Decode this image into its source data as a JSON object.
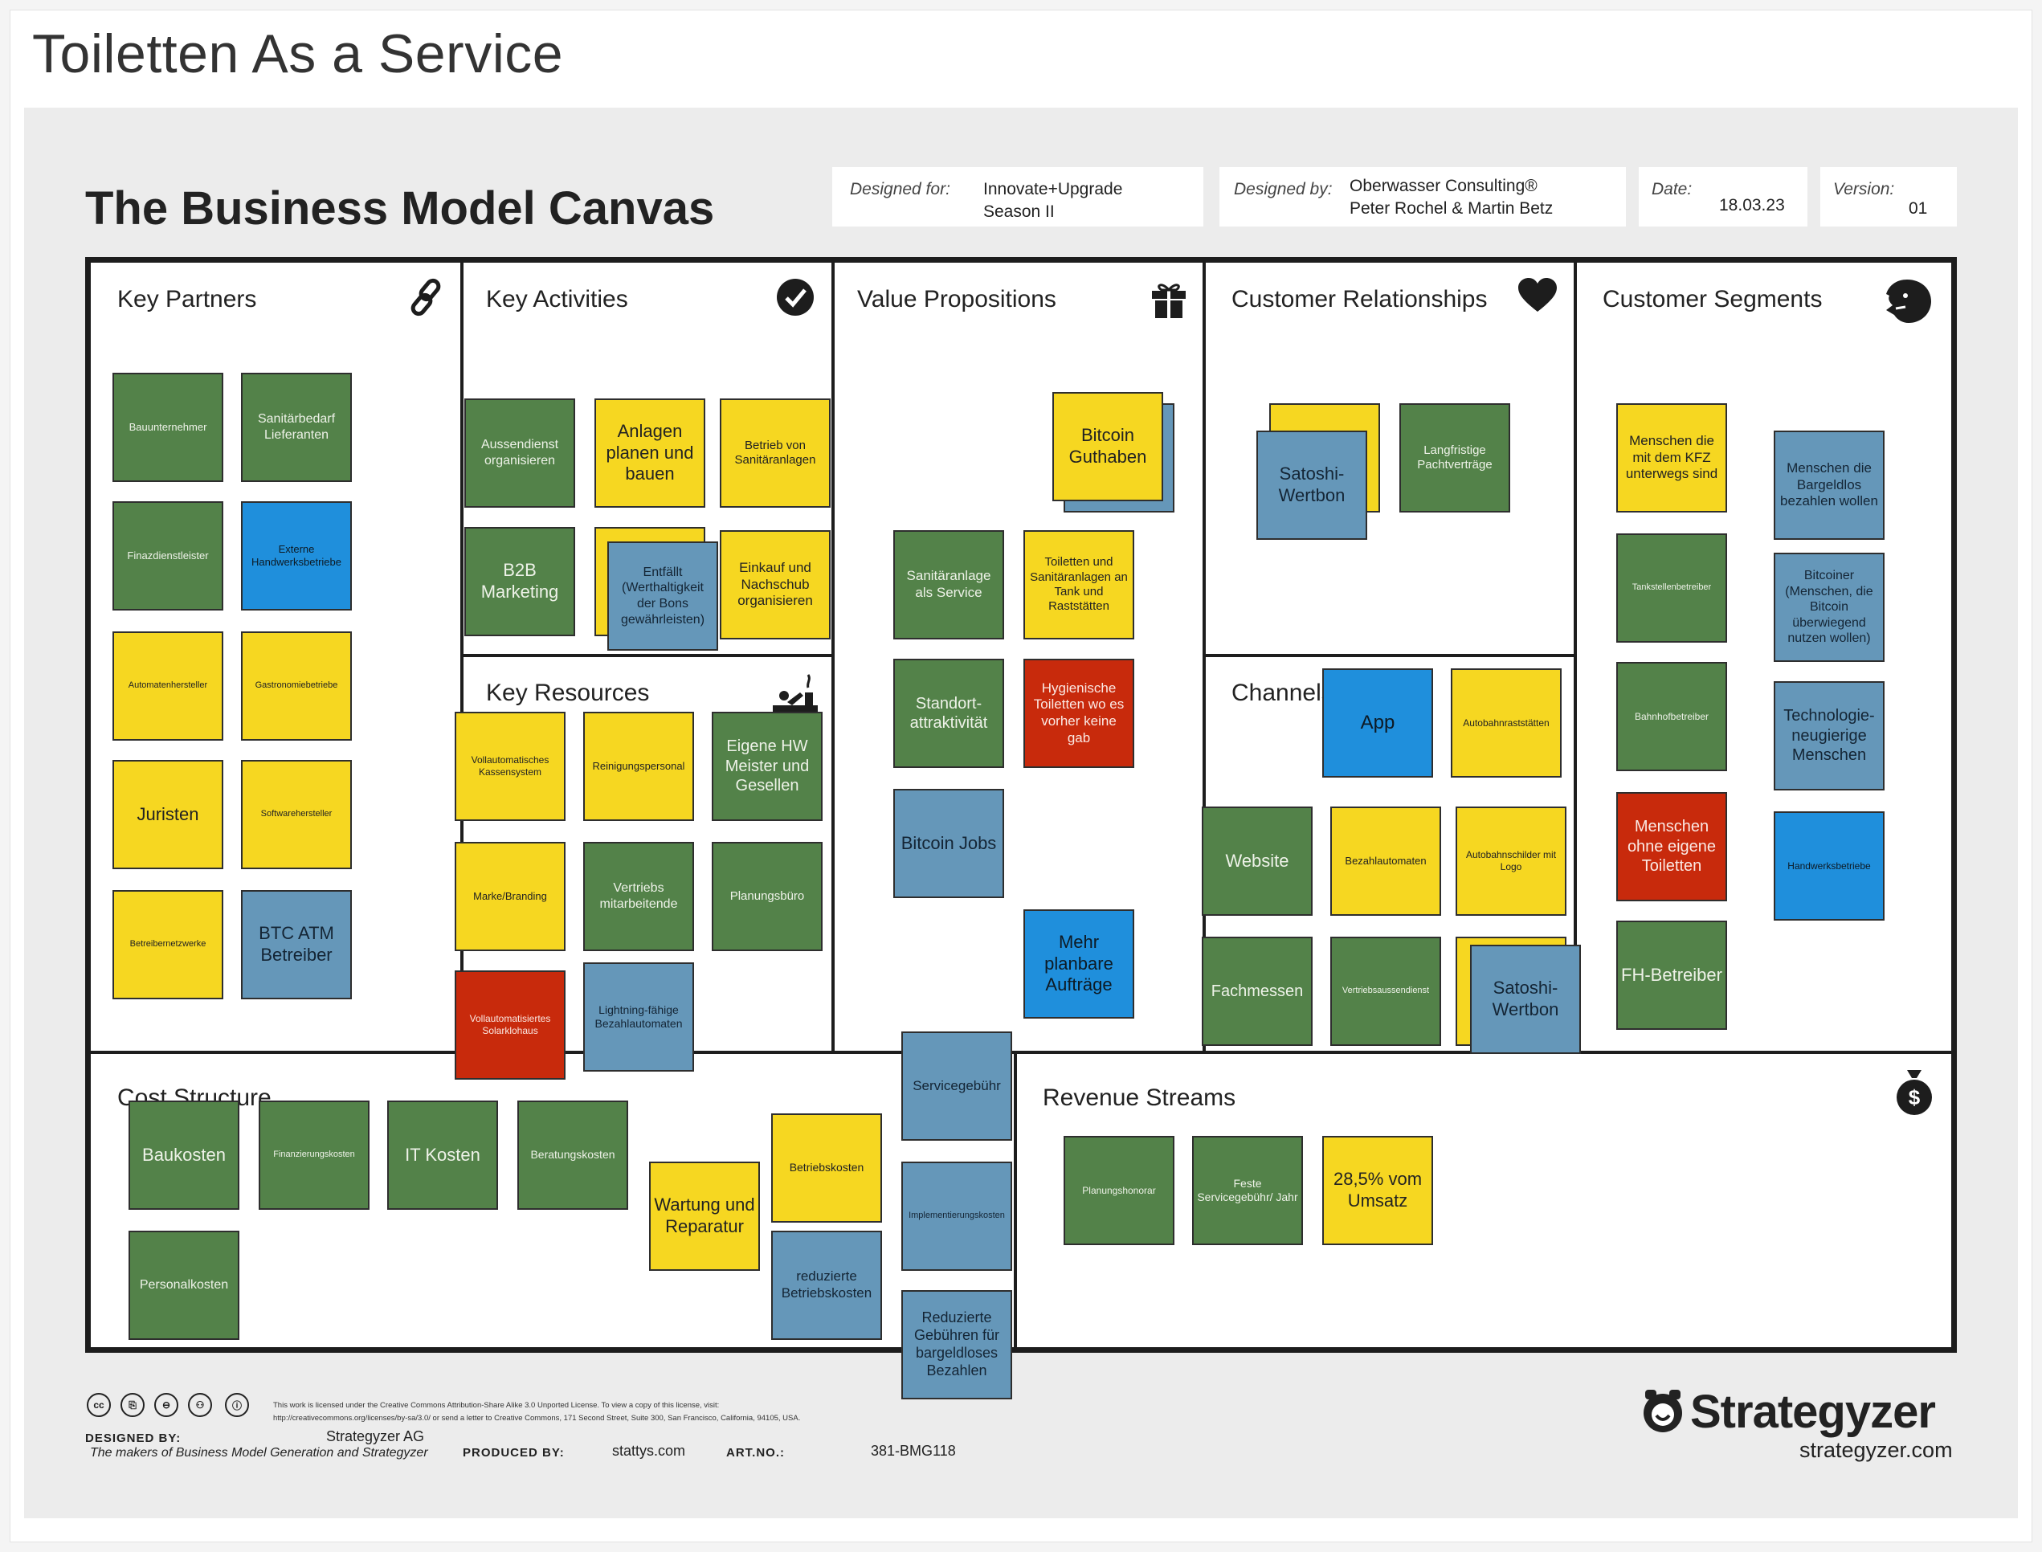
{
  "app": {
    "title": "Toiletten As a Service"
  },
  "canvas_title": "The Business Model Canvas",
  "meta": {
    "designed_for_label": "Designed for:",
    "designed_for_1": "Innovate+Upgrade",
    "designed_for_2": "Season II",
    "designed_by_label": "Designed by:",
    "designed_by_1": "Oberwasser Consulting®",
    "designed_by_2": "Peter Rochel & Martin Betz",
    "date_label": "Date:",
    "date": "18.03.23",
    "version_label": "Version:",
    "version": "01"
  },
  "blocks": {
    "key_partners": "Key Partners",
    "key_activities": "Key Activities",
    "value_propositions": "Value Propositions",
    "customer_relationships": "Customer Relationships",
    "customer_segments": "Customer Segments",
    "key_resources": "Key Resources",
    "channels": "Channels",
    "cost_structure": "Cost Structure",
    "revenue_streams": "Revenue Streams"
  },
  "icons": {
    "key_partners": "link-icon",
    "key_activities": "checkmark-icon",
    "value_propositions": "gift-icon",
    "customer_relationships": "heart-icon",
    "customer_segments": "face-icon",
    "key_resources": "worker-icon",
    "revenue_streams": "money-bag-icon"
  },
  "colors": {
    "green": "#538249",
    "yellow": "#f6d721",
    "blue": "#6597b9",
    "bright_blue": "#1f8fdc",
    "red": "#c82a0c"
  },
  "notes": {
    "kp_bauunternehmer": "Bauunternehmer",
    "kp_sanitaerbedarf": "Sanitärbedarf Lieferanten",
    "kp_finanzdienstleister": "Finazdienstleister",
    "kp_externe_handwerk": "Externe Handwerksbetriebe",
    "kp_automatenhersteller": "Automatenhersteller",
    "kp_gastronomie": "Gastronomiebetriebe",
    "kp_juristen": "Juristen",
    "kp_softwarehersteller": "Softwarehersteller",
    "kp_betreibernetzwerke": "Betreibernetzwerke",
    "kp_btc_atm": "BTC ATM Betreiber",
    "ka_aussendienst": "Aussendienst organisieren",
    "ka_anlagen": "Anlagen planen und bauen",
    "ka_betrieb": "Betrieb von Sanitäranlagen",
    "ka_b2b": "B2B Marketing",
    "ka_entfaellt": "Entfällt (Werthaltigkeit der Bons gewährleisten)",
    "ka_einkauf": "Einkauf und Nachschub organisieren",
    "kr_vollautomatisches": "Vollautomatisches Kassensystem",
    "kr_reinigung": "Reinigungspersonal",
    "kr_eigene_hw": "Eigene HW Meister und Gesellen",
    "kr_marke": "Marke/Branding",
    "kr_vertriebs": "Vertriebs mitarbeitende",
    "kr_planungsbuero": "Planungsbüro",
    "kr_solarklohaus": "Vollautomatisiertes Solarklohaus",
    "kr_lightning": "Lightning-fähige Bezahlautomaten",
    "vp_bitcoin_guthaben": "Bitcoin Guthaben",
    "vp_sanitaer_service": "Sanitäranlage als Service",
    "vp_toiletten_tank": "Toiletten und Sanitäranlagen an Tank und Raststätten",
    "vp_standort": "Standort-attraktivität",
    "vp_hygienische": "Hygienische Toiletten wo es vorher keine gab",
    "vp_bitcoin_jobs": "Bitcoin Jobs",
    "vp_mehr_auftraege": "Mehr planbare Aufträge",
    "cr_satoshi": "Satoshi-Wertbon",
    "cr_langfristige": "Langfristige Pachtverträge",
    "ch_app": "App",
    "ch_autobahnraststaetten": "Autobahnraststätten",
    "ch_website": "Website",
    "ch_bezahlautomaten": "Bezahlautomaten",
    "ch_autobahnschilder": "Autobahnschilder mit Logo",
    "ch_fachmessen": "Fachmessen",
    "ch_vertriebsaussendienst": "Vertriebsaussendienst",
    "ch_satoshi": "Satoshi-Wertbon",
    "cs_kfz": "Menschen die mit dem KFZ unterwegs sind",
    "cs_bargeldlos": "Menschen die Bargeldlos bezahlen wollen",
    "cs_tankstellen": "Tankstellenbetreiber",
    "cs_bitcoiner": "Bitcoiner (Menschen, die Bitcoin überwiegend nutzen wollen)",
    "cs_bahnhof": "Bahnhofbetreiber",
    "cs_technologie": "Technologie-neugierige Menschen",
    "cs_ohne_toiletten": "Menschen ohne eigene Toiletten",
    "cs_handwerk": "Handwerksbetriebe",
    "cs_fh": "FH-Betreiber",
    "co_baukosten": "Baukosten",
    "co_finanzierung": "Finanzierungskosten",
    "co_it": "IT Kosten",
    "co_beratung": "Beratungskosten",
    "co_personal": "Personalkosten",
    "co_wartung": "Wartung und Reparatur",
    "co_betrieb": "Betriebskosten",
    "co_reduzierte_betrieb": "reduzierte Betriebskosten",
    "co_servicegebuehr": "Servicegebühr",
    "co_implementierung": "Implementierungskosten",
    "co_reduzierte_gebuehren": "Reduzierte Gebühren für bargeldloses Bezahlen",
    "rs_planungshonorar": "Planungshonorar",
    "rs_feste": "Feste Servicegebühr/ Jahr",
    "rs_umsatz": "28,5% vom Umsatz"
  },
  "footer": {
    "license_1": "This work is licensed under the Creative Commons Attribution-Share Alike 3.0 Unported License. To view a copy of this license, visit:",
    "license_2": "http://creativecommons.org/licenses/by-sa/3.0/ or send a letter to Creative Commons, 171 Second Street, Suite 300, San Francisco, California, 94105, USA.",
    "designed_by_label": "DESIGNED BY:",
    "designed_by": "Strategyzer AG",
    "makers": "The makers of Business Model Generation and Strategyzer",
    "produced_by_label": "PRODUCED BY:",
    "produced_by": "stattys.com",
    "art_no_label": "ART.NO.:",
    "art_no": "381-BMG118",
    "brand": "Strategyzer",
    "brand_url": "strategyzer.com"
  }
}
